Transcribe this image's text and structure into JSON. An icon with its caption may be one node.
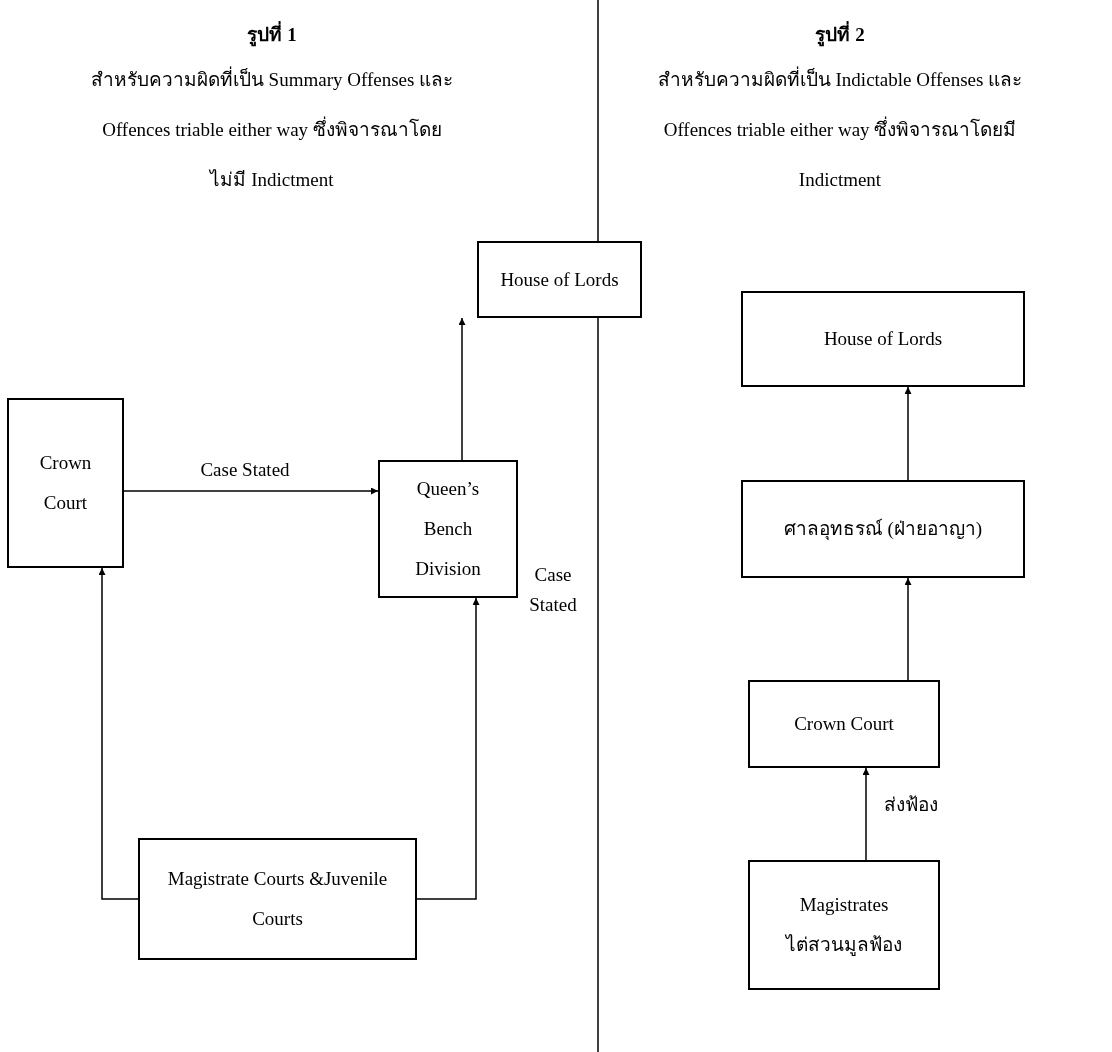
{
  "diagram": {
    "nodes": [
      {
        "text": [
          "House of Lords"
        ]
      },
      {
        "text": [
          "Crown Court"
        ]
      },
      {
        "text": [
          "Queen’s Bench Division"
        ]
      },
      {
        "text": [
          "Magistrate Courts &Juvenile Courts"
        ]
      },
      {
        "text": [
          "House of Lords"
        ]
      },
      {
        "text": [
          "ศาลอุทธรณ์ (ฝ่ายอาญา)"
        ]
      },
      {
        "text": [
          "Crown Court"
        ]
      },
      {
        "text": [
          "Magistrates ไต่สวนมูลฟ้อง"
        ]
      }
    ],
    "edges": [
      {
        "from": 3,
        "to": 1,
        "arrow": "to"
      },
      {
        "from": 3,
        "to": 2,
        "arrow": "to",
        "label": "Case Stated"
      },
      {
        "from": 1,
        "to": 2,
        "arrow": "to",
        "label": "Case Stated"
      },
      {
        "from": 2,
        "to": 0,
        "arrow": "to"
      },
      {
        "from": 7,
        "to": 6,
        "arrow": "to",
        "label": "ส่งฟ้อง"
      },
      {
        "from": 6,
        "to": 5,
        "arrow": "to"
      },
      {
        "from": 5,
        "to": 4,
        "arrow": "to"
      }
    ],
    "labels": [
      "รูปที่ 1",
      "สำหรับความผิดที่เป็น Summary Offenses และ Offences triable either way ซึ่งพิจารณาโดยไม่มี Indictment",
      "รูปที่ 2",
      "สำหรับความผิดที่เป็น Indictable Offenses และ Offences triable either way ซึ่งพิจารณาโดยมี Indictment"
    ]
  }
}
